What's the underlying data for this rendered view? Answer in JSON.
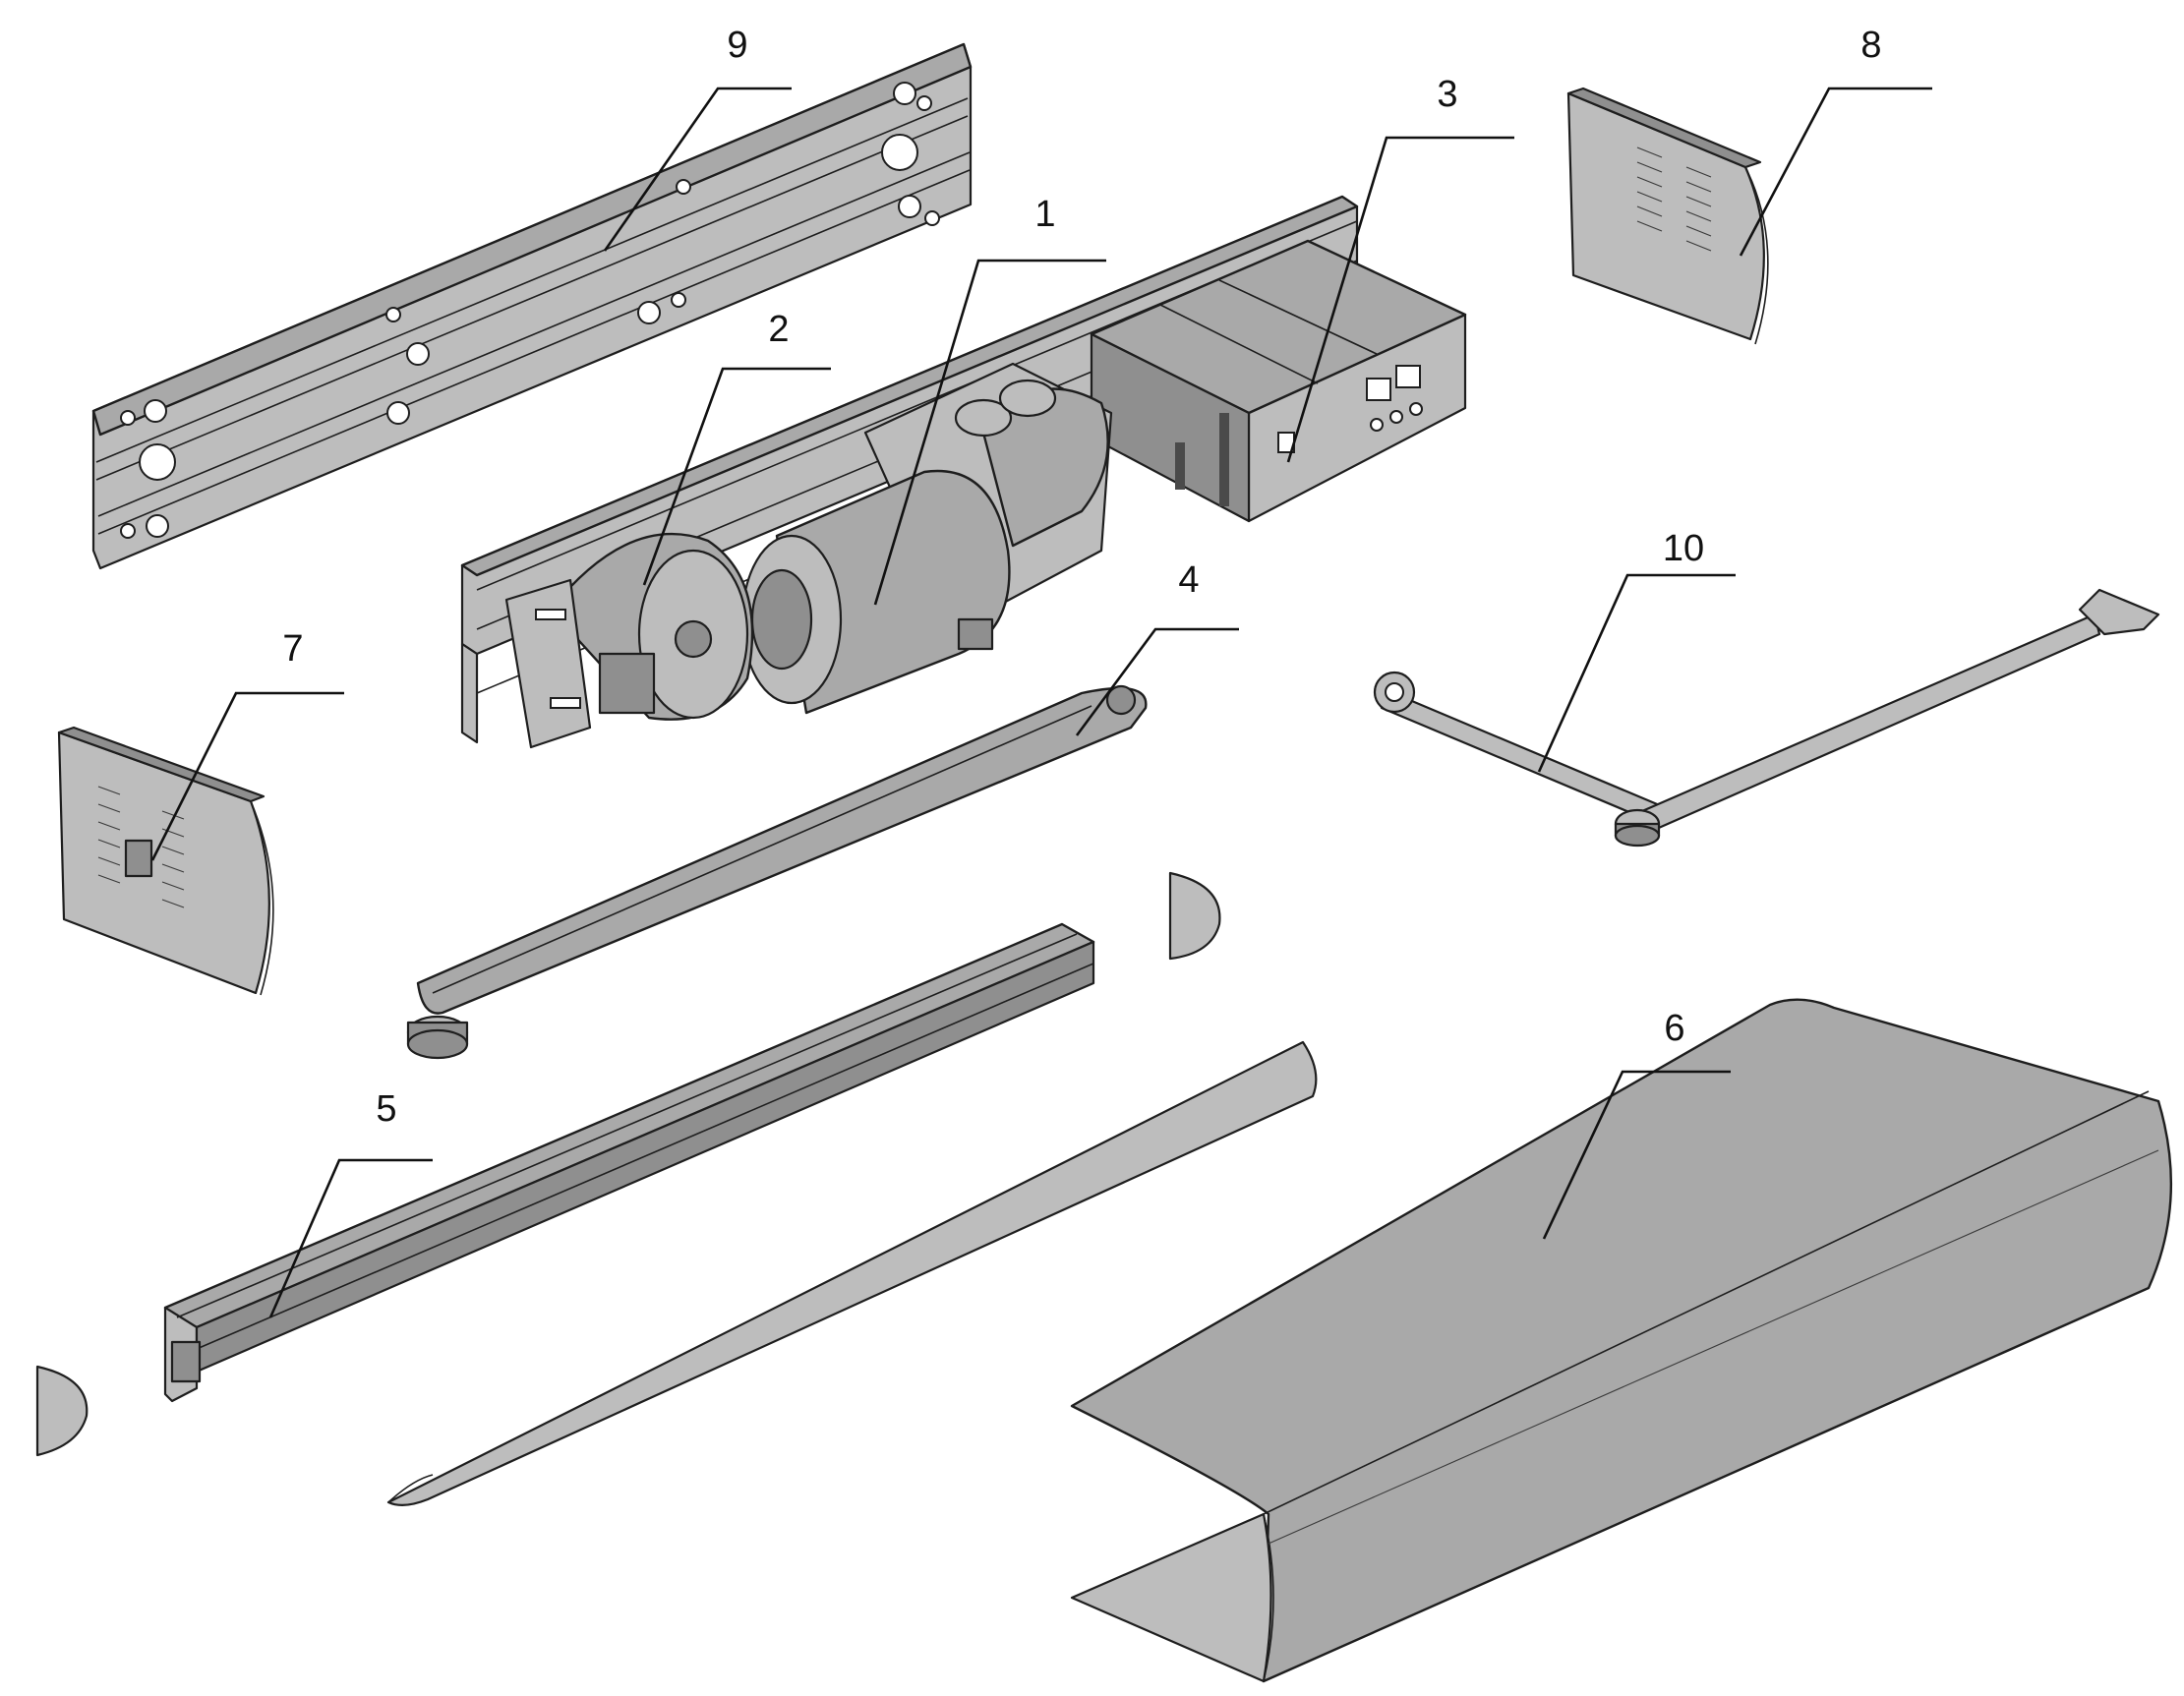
{
  "diagram": {
    "callouts": [
      {
        "id": "1",
        "label": "1"
      },
      {
        "id": "2",
        "label": "2"
      },
      {
        "id": "3",
        "label": "3"
      },
      {
        "id": "4",
        "label": "4"
      },
      {
        "id": "5",
        "label": "5"
      },
      {
        "id": "6",
        "label": "6"
      },
      {
        "id": "7",
        "label": "7"
      },
      {
        "id": "8",
        "label": "8"
      },
      {
        "id": "9",
        "label": "9"
      },
      {
        "id": "10",
        "label": "10"
      }
    ],
    "colors": {
      "part_fill": "#a9a9a9",
      "outline": "#1e1e1e",
      "background": "#ffffff"
    }
  }
}
